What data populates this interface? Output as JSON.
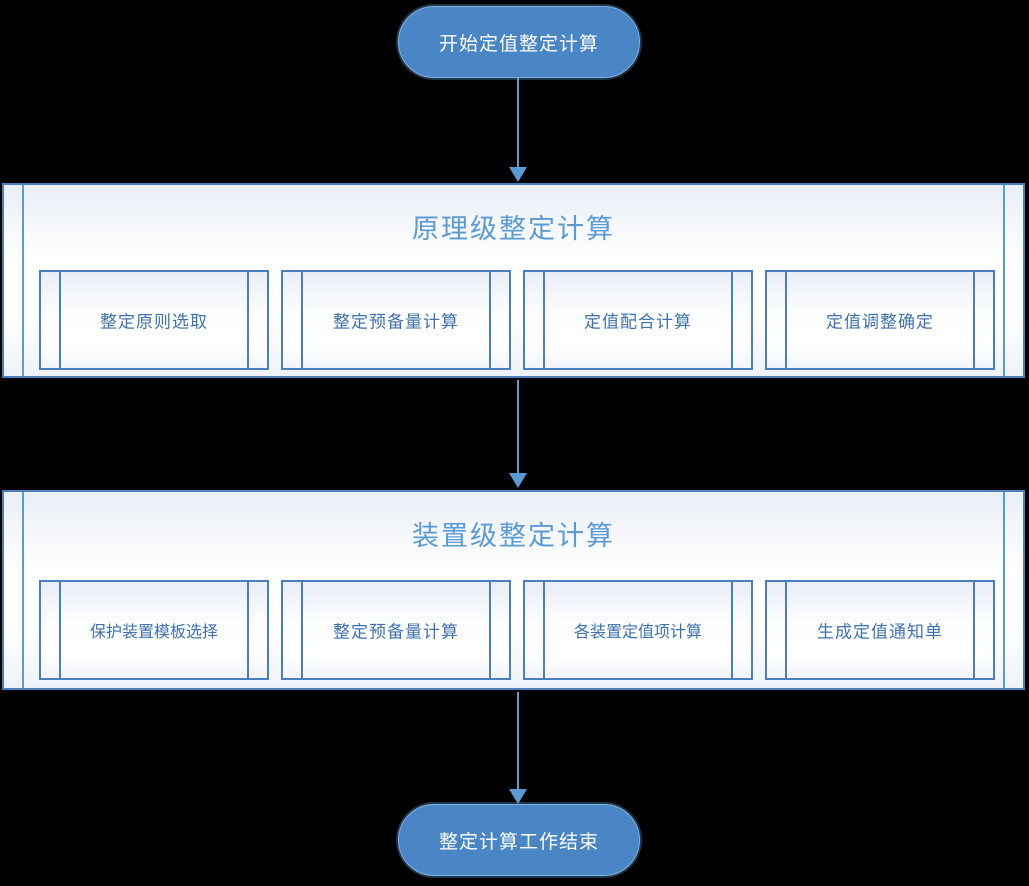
{
  "diagram": {
    "title_semantic": "relay-setting-calculation-flowchart",
    "background_color": "#000000",
    "accent_color": "#5B9BD5",
    "node_fill_color": "#4A86C5",
    "text_color_on_fill": "#FFFFFF",
    "label_color": "#3F72AE"
  },
  "start_node": {
    "label": "开始定值整定计算"
  },
  "end_node": {
    "label": "整定计算工作结束"
  },
  "groups": [
    {
      "id": "principle-level",
      "title": "原理级整定计算",
      "items": [
        {
          "label": "整定原则选取",
          "size": "normal"
        },
        {
          "label": "整定预备量计算",
          "size": "normal"
        },
        {
          "label": "定值配合计算",
          "size": "normal"
        },
        {
          "label": "定值调整确定",
          "size": "normal"
        }
      ]
    },
    {
      "id": "device-level",
      "title": "装置级整定计算",
      "items": [
        {
          "label": "保护装置模板选择",
          "size": "small"
        },
        {
          "label": "整定预备量计算",
          "size": "normal"
        },
        {
          "label": "各装置定值项计算",
          "size": "small"
        },
        {
          "label": "生成定值通知单",
          "size": "normal"
        }
      ]
    }
  ],
  "connectors": [
    {
      "from": "start_node",
      "to": "principle-level"
    },
    {
      "from": "principle-level",
      "to": "device-level"
    },
    {
      "from": "device-level",
      "to": "end_node"
    }
  ]
}
